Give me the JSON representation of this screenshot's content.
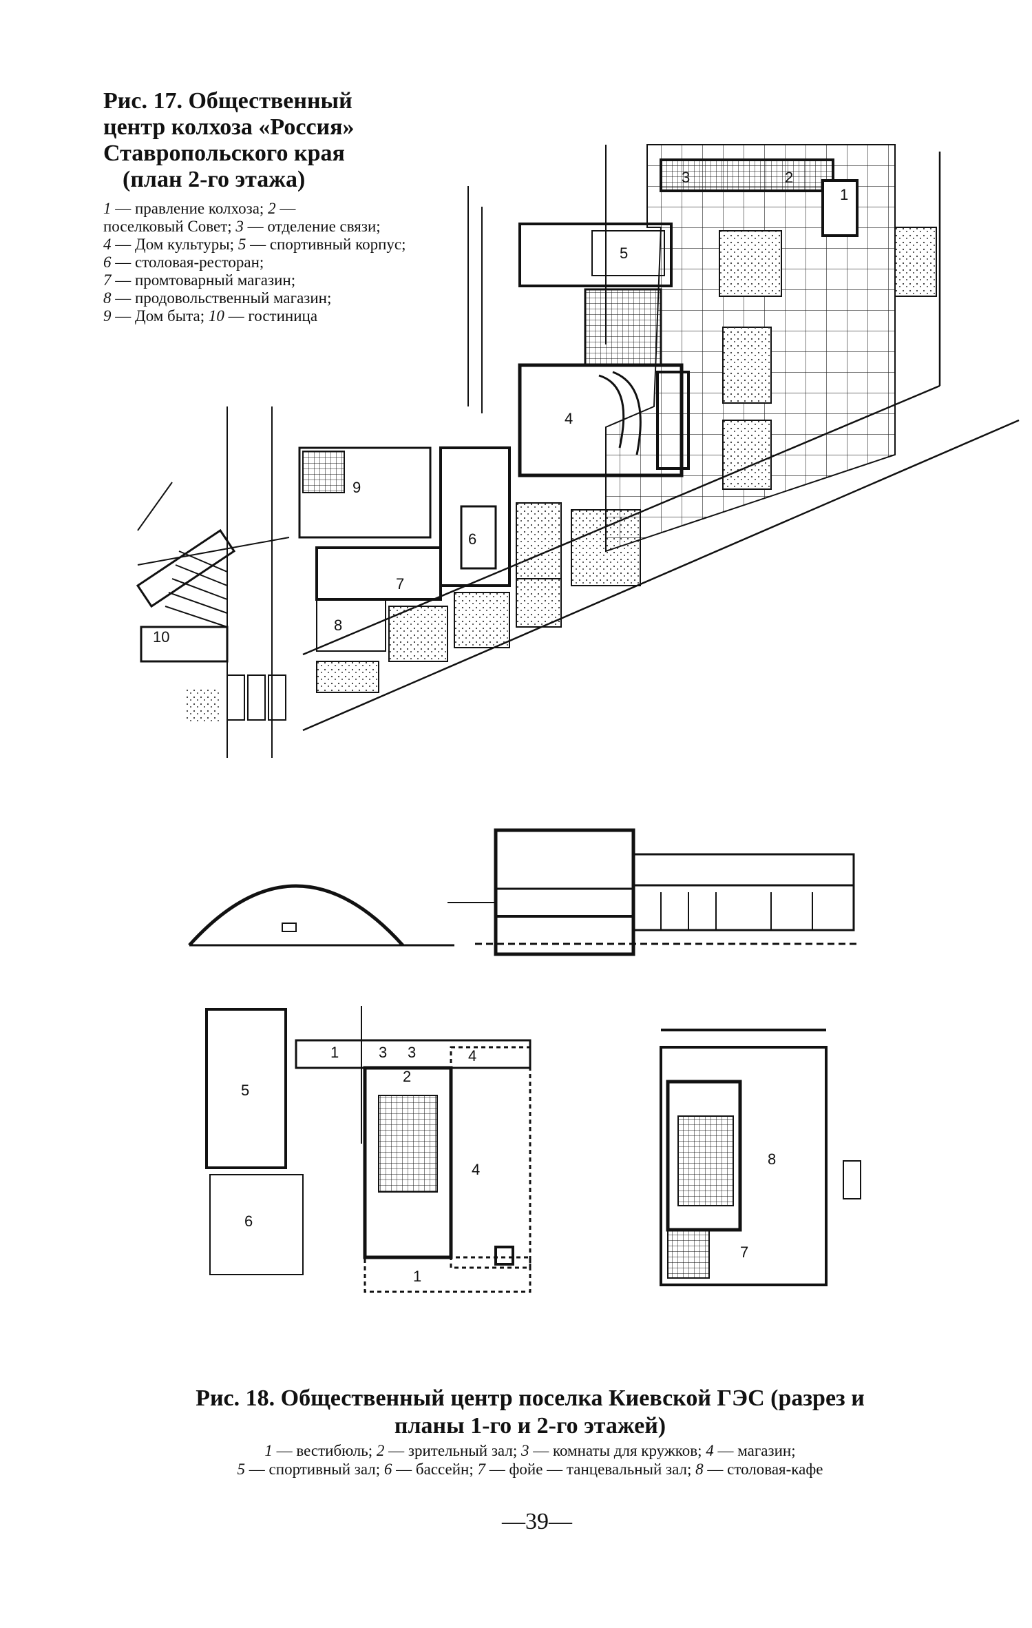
{
  "figure17": {
    "title_lines": [
      "Рис. 17. Общественный",
      "центр колхоза «Россия»",
      "Ставропольского края",
      "(план 2-го этажа)"
    ],
    "legend": [
      {
        "num": "1",
        "text": "правление колхоза;"
      },
      {
        "num": "2",
        "text": "поселковый Совет;"
      },
      {
        "num": "3",
        "text": "отделение связи;"
      },
      {
        "num": "4",
        "text": "Дом культуры;"
      },
      {
        "num": "5",
        "text": "спортивный корпус;"
      },
      {
        "num": "6",
        "text": "столовая-ресторан;"
      },
      {
        "num": "7",
        "text": "промтоварный магазин;"
      },
      {
        "num": "8",
        "text": "продовольственный магазин;"
      },
      {
        "num": "9",
        "text": "Дом быта;"
      },
      {
        "num": "10",
        "text": "гостиница"
      }
    ],
    "plan_labels": [
      "1",
      "2",
      "3",
      "4",
      "5",
      "6",
      "7",
      "8",
      "9",
      "10"
    ]
  },
  "figure18": {
    "title_line1": "Рис. 18. Общественный центр поселка Киевской ГЭС (разрез и",
    "title_line2": "планы 1-го и 2-го этажей)",
    "legend": [
      {
        "num": "1",
        "text": "вестибюль;"
      },
      {
        "num": "2",
        "text": "зрительный зал;"
      },
      {
        "num": "3",
        "text": "комнаты для кружков;"
      },
      {
        "num": "4",
        "text": "магазин;"
      },
      {
        "num": "5",
        "text": "спортивный зал;"
      },
      {
        "num": "6",
        "text": "бассейн;"
      },
      {
        "num": "7",
        "text": "фойе — танцевальный зал;"
      },
      {
        "num": "8",
        "text": "столовая-кафе"
      }
    ],
    "plan1_labels": [
      "1",
      "2",
      "3",
      "3",
      "4",
      "4",
      "5",
      "6",
      "1"
    ],
    "plan2_labels": [
      "8",
      "7"
    ]
  },
  "page_number": "—39—"
}
